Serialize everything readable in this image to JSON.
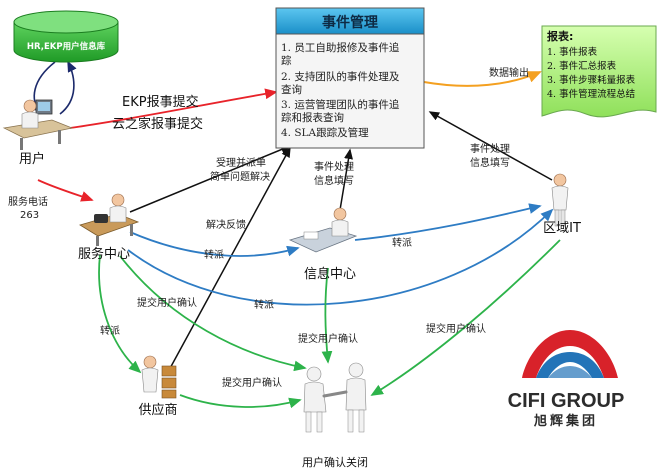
{
  "diagram": {
    "title_box": {
      "title": "事件管理",
      "items": [
        "1. 员工自助报修及事件追",
        "踪",
        "2. 支持团队的事件处理及",
        "查询",
        "3. 运营管理团队的事件追",
        "踪和报表查询",
        "4. SLA跟踪及管理"
      ]
    },
    "report_box": {
      "title": "报表:",
      "items": [
        "1. 事件报表",
        "2. 事件汇总报表",
        "3. 事件步骤耗量报表",
        "4. 事件管理流程总结"
      ]
    },
    "database": {
      "label": "HR,EKP用户信息库"
    },
    "nodes": {
      "user": "用户",
      "service_center": "服务中心",
      "info_center": "信息中心",
      "regional_it": "区域IT",
      "supplier": "供应商",
      "confirm_close": "用户确认关闭"
    },
    "edge_labels": {
      "ekp_submit": "EKP报事提交",
      "cloud_submit": "云之家报事提交",
      "service_phone_1": "服务电话",
      "service_phone_2": "263",
      "accept_ticket_1": "受理并派单",
      "accept_ticket_2": "简单问题解决",
      "event_handle_1": "事件处理",
      "event_handle_2": "信息填写",
      "event_handle_3": "事件处理",
      "event_handle_4": "信息填写",
      "data_output": "数据输出",
      "resolve_feedback": "解决反馈",
      "transfer_1": "转派",
      "transfer_2": "转派",
      "transfer_3": "转派",
      "transfer_4": "转派",
      "submit_confirm_1": "提交用户确认",
      "submit_confirm_2": "提交用户确认",
      "submit_confirm_3": "提交用户确认",
      "submit_confirm_4": "提交用户确认"
    },
    "logo": {
      "name": "CIFI GROUP",
      "cn": "旭辉集团"
    },
    "colors": {
      "title_fill": "#1e9fd6",
      "report_fill": "#b6f08a",
      "db_fill": "#2fb12f",
      "red": "#e8232a",
      "blue": "#2e7cc4",
      "green": "#2db34a",
      "orange": "#f4a020",
      "black": "#111111",
      "navy": "#1c2a6b",
      "logo_red": "#d8222a",
      "logo_blue": "#2374b8"
    },
    "icons": {
      "user": "desk-worker-icon",
      "service_center": "phone-desk-worker-icon",
      "info_center": "paper-desk-worker-icon",
      "regional_it": "standing-person-icon",
      "supplier": "worker-with-boxes-icon",
      "confirm_close": "handshake-icon",
      "database": "database-icon",
      "report": "document-icon"
    }
  }
}
